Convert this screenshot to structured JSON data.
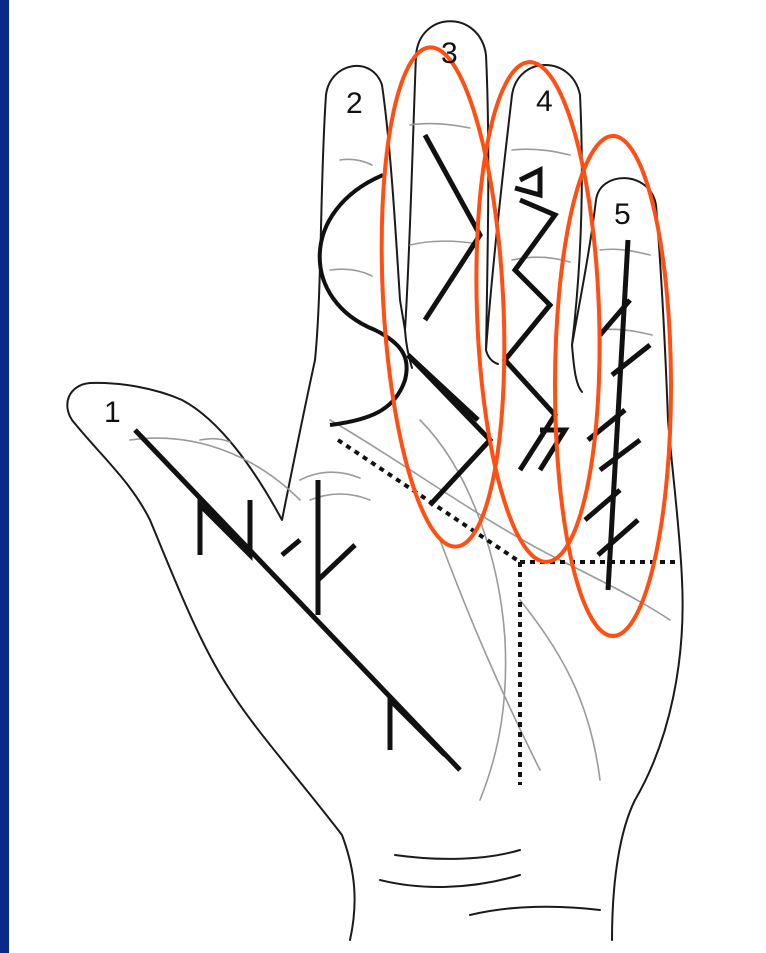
{
  "finger_labels": {
    "thumb": "1",
    "index": "2",
    "middle": "3",
    "ring": "4",
    "little": "5"
  },
  "colors": {
    "frame": "#0a2a8a",
    "background": "#ffffff",
    "hand_outline": "#1a1a1a",
    "crease": "#9a9a9a",
    "pattern_line": "#111111",
    "highlight_ellipse": "#ff4f12",
    "divider": "#111111"
  },
  "icons": {
    "hand": "hand-outline-illustration",
    "highlight": "orange-ellipse"
  }
}
